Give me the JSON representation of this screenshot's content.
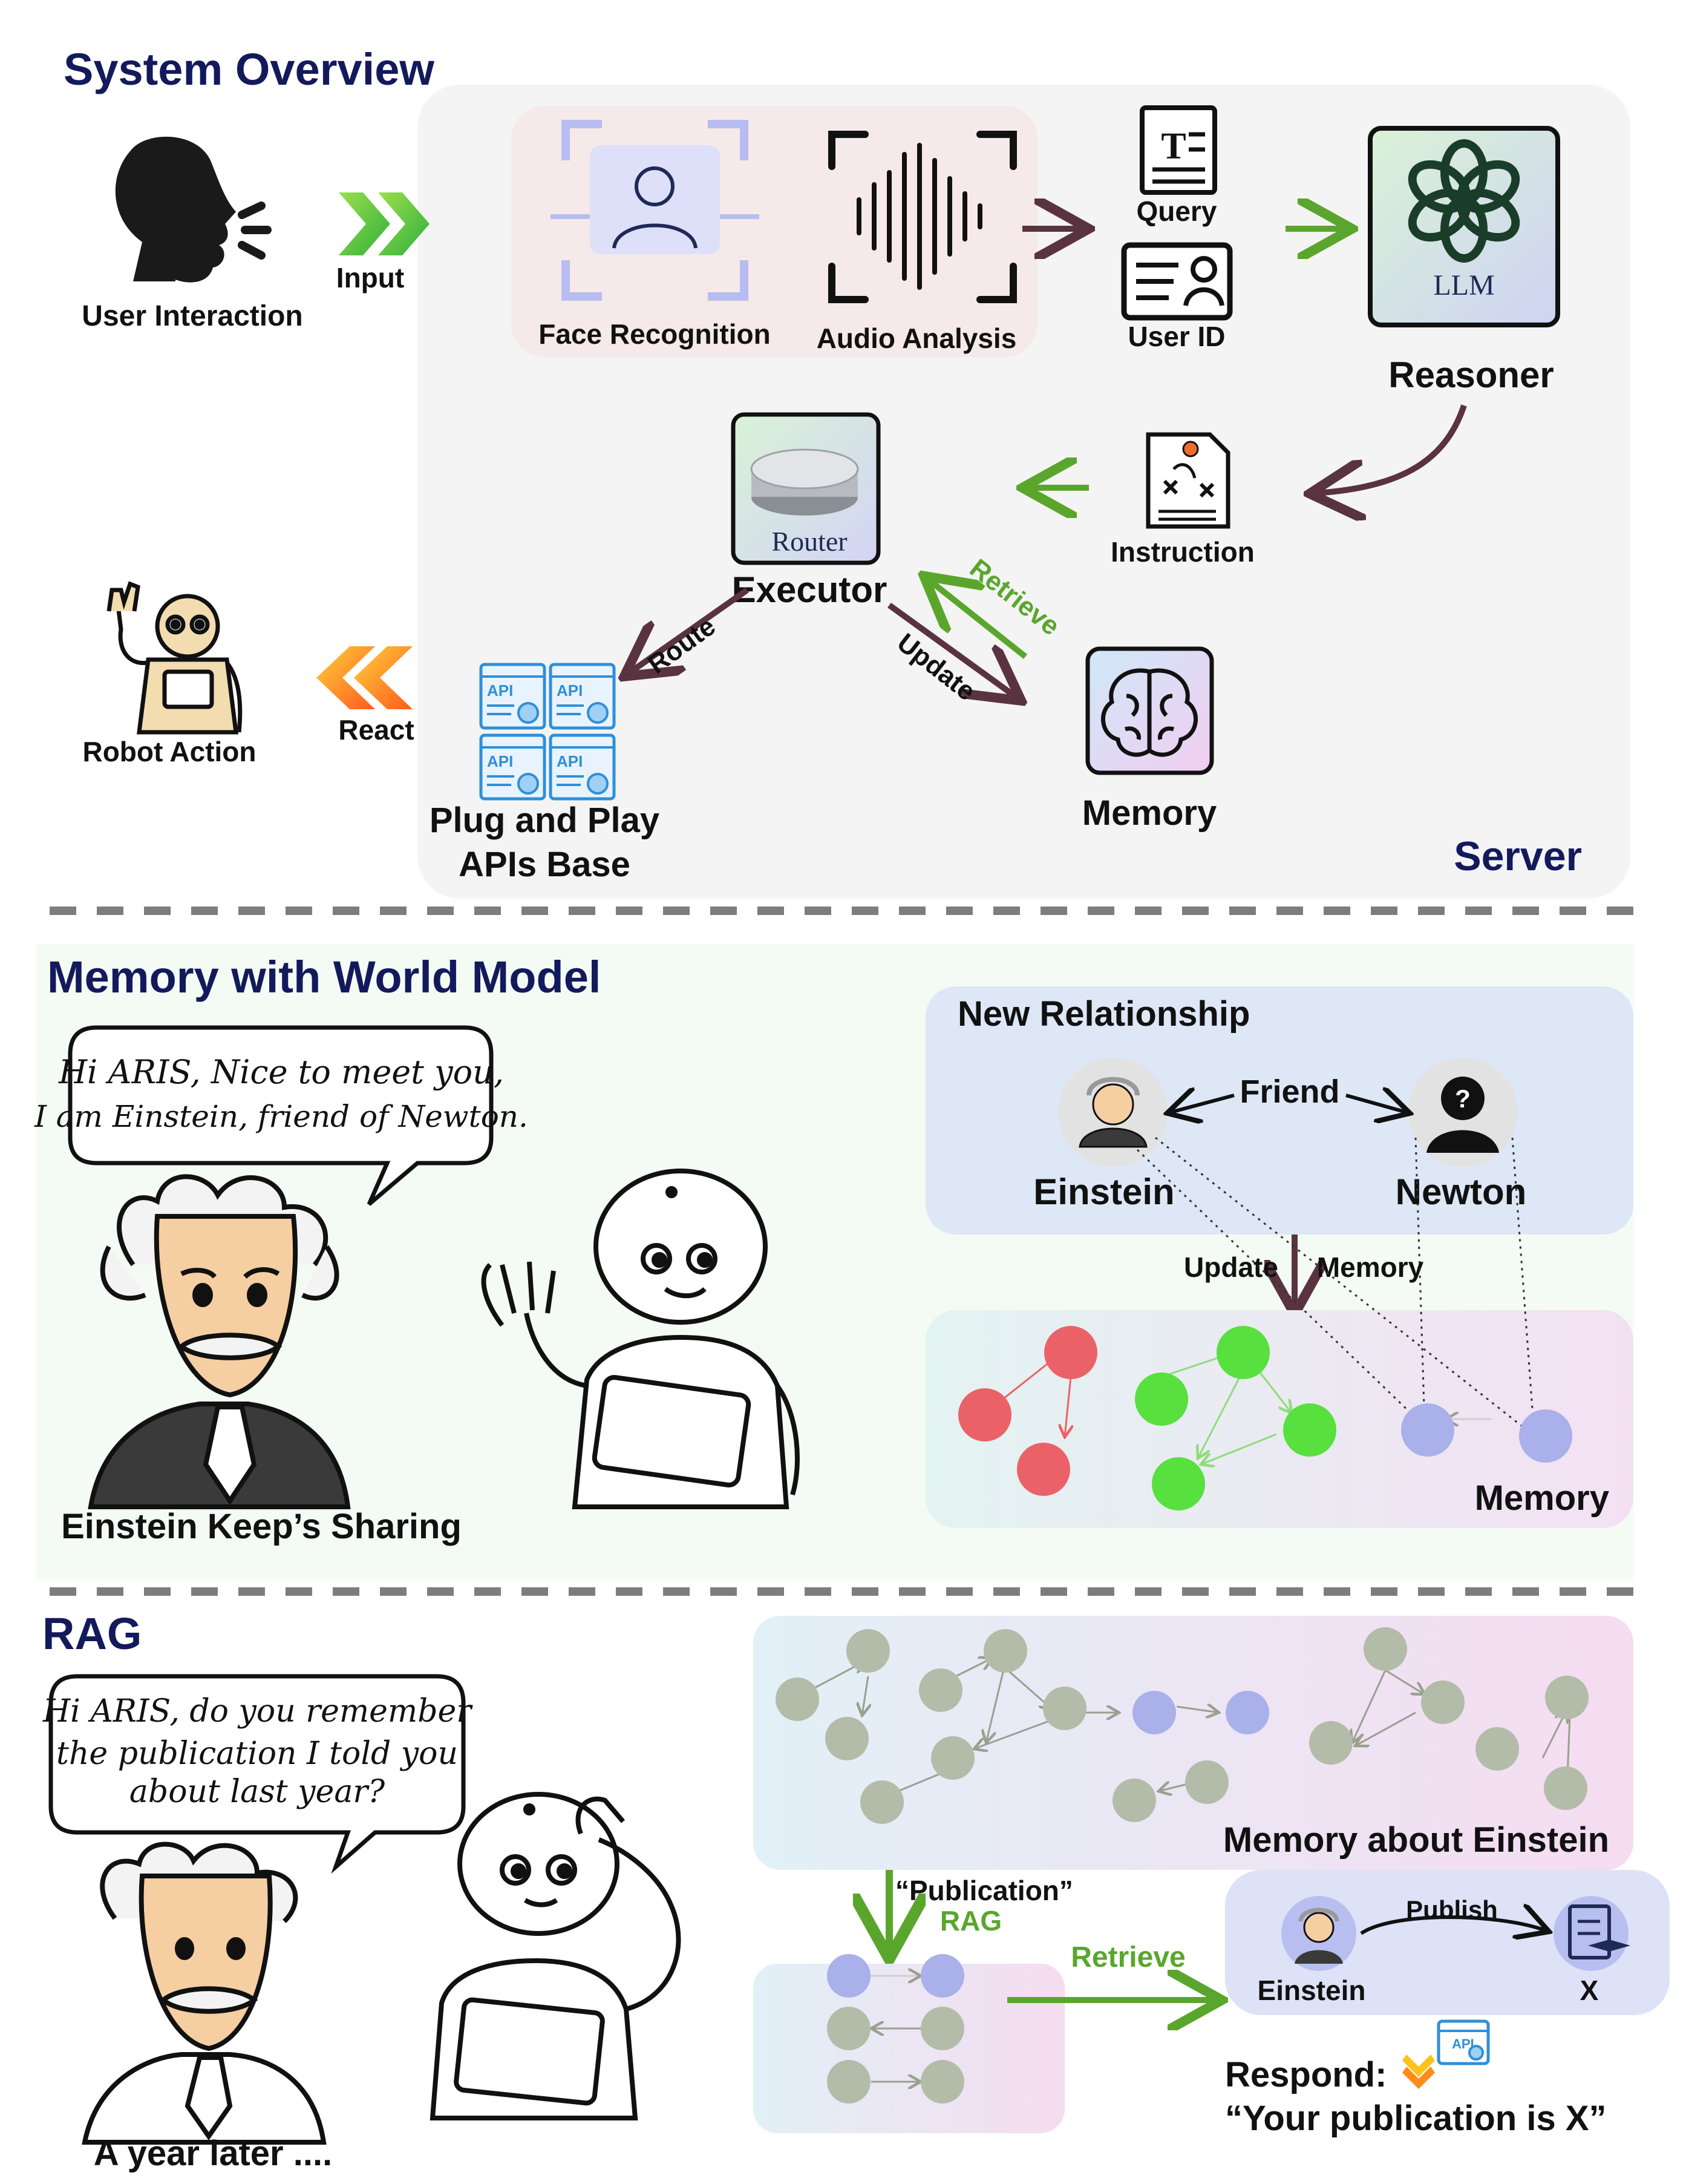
{
  "sections": {
    "overview": {
      "title": "System Overview",
      "server_label": "Server",
      "user_interaction": "User Interaction",
      "input_label": "Input",
      "face_recognition": "Face Recognition",
      "audio_analysis": "Audio Analysis",
      "query": "Query",
      "user_id": "User ID",
      "llm": "LLM",
      "reasoner": "Reasoner",
      "instruction": "Instruction",
      "router": "Router",
      "executor": "Executor",
      "retrieve": "Retrieve",
      "update": "Update",
      "route": "Route",
      "memory": "Memory",
      "apis_line1": "Plug and Play",
      "apis_line2": "APIs Base",
      "api_tile": "API",
      "react_label": "React",
      "robot_action": "Robot Action"
    },
    "memory_world": {
      "title": "Memory with World Model",
      "speech_line1": "Hi ARIS, Nice to meet you,",
      "speech_line2": "I am Einstein, friend of Newton.",
      "caption": "Einstein Keep’s Sharing",
      "new_relationship": "New Relationship",
      "friend": "Friend",
      "einstein": "Einstein",
      "newton": "Newton",
      "update_memory_1": "Update",
      "update_memory_2": "Memory",
      "memory_label": "Memory"
    },
    "rag": {
      "title": "RAG",
      "speech_line1": "Hi ARIS, do you remember",
      "speech_line2": "the publication I told you",
      "speech_line3": "about last year?",
      "caption": "A year later ....",
      "memory_about": "Memory about Einstein",
      "publication_query": "“Publication”",
      "rag_label": "RAG",
      "retrieve": "Retrieve",
      "einstein": "Einstein",
      "publish": "Publish",
      "x_label": "X",
      "respond_1": "Respond:",
      "respond_2": "“Your publication is X”"
    }
  },
  "colors": {
    "heading": "#131a5c",
    "arrow_dark": "#5a3340",
    "arrow_green": "#5aa62d",
    "node_red": "#ea6268",
    "node_green": "#57e03e",
    "node_blue": "#a9b0ea",
    "node_gray": "#b3bca8"
  }
}
